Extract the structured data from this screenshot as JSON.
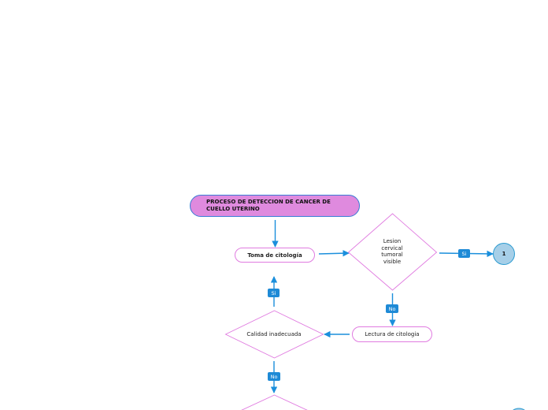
{
  "colors": {
    "title_fill": "#df8ade",
    "title_border": "#3a7bd5",
    "node_border": "#e07be0",
    "connector": "#1b8fdc",
    "badge_fill": "#1e8ad6",
    "terminal_fill": "#a6cfe8",
    "terminal_border": "#2a9ad0"
  },
  "nodes": {
    "title": {
      "text": "PROCESO DE DETECCION DE CANCER DE CUELLO UTERINO"
    },
    "toma_citologia": {
      "text": "Toma de citología"
    },
    "lesion": {
      "lines": [
        "Lesion",
        "cervical",
        "tumoral",
        "visible"
      ]
    },
    "lectura_citologia": {
      "text": "Lectura de citologia"
    },
    "calidad": {
      "text": "Calidad inadecuada"
    },
    "terminal_1": {
      "text": "1"
    }
  },
  "edge_labels": {
    "lesion_si": "Si",
    "lesion_no": "No",
    "calidad_si": "Si",
    "calidad_no": "No"
  },
  "icons": {
    "arrowhead": "arrowhead-icon"
  }
}
